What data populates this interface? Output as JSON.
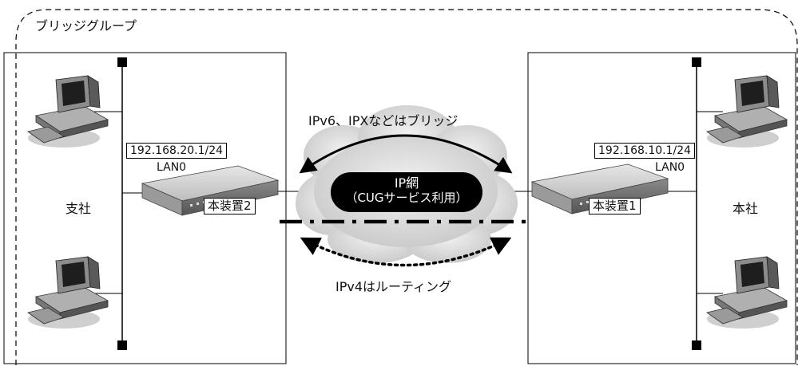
{
  "group_label": "ブリッジグループ",
  "left_site": {
    "name": "支社",
    "router_label": "本装置2",
    "ip": "192.168.20.1/24",
    "interface": "LAN0"
  },
  "right_site": {
    "name": "本社",
    "router_label": "本装置1",
    "ip": "192.168.10.1/24",
    "interface": "LAN0"
  },
  "network": {
    "line1": "IP網",
    "line2": "（CUGサービス利用）"
  },
  "bridge_note": "IPv6、IPXなどはブリッジ",
  "routing_note": "IPv4はルーティング"
}
